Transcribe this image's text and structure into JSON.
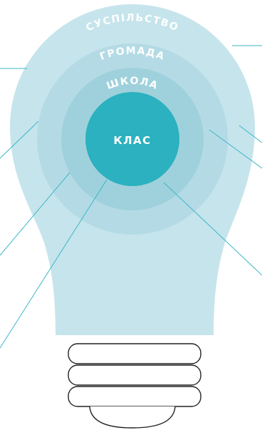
{
  "layers": {
    "society": "СУСПІЛЬСТВО",
    "community": "ГРОМАДА",
    "school": "ШКОЛА",
    "class": "КЛАС"
  },
  "colors": {
    "bulb": "#c6e4ec",
    "society_ring": "#b4dbe5",
    "community_ring": "#9fd1dc",
    "school_ring": "#7fc6d3",
    "class_core": "#2bb1bf",
    "connector": "#3bb7c6",
    "base_stroke": "#222222"
  }
}
